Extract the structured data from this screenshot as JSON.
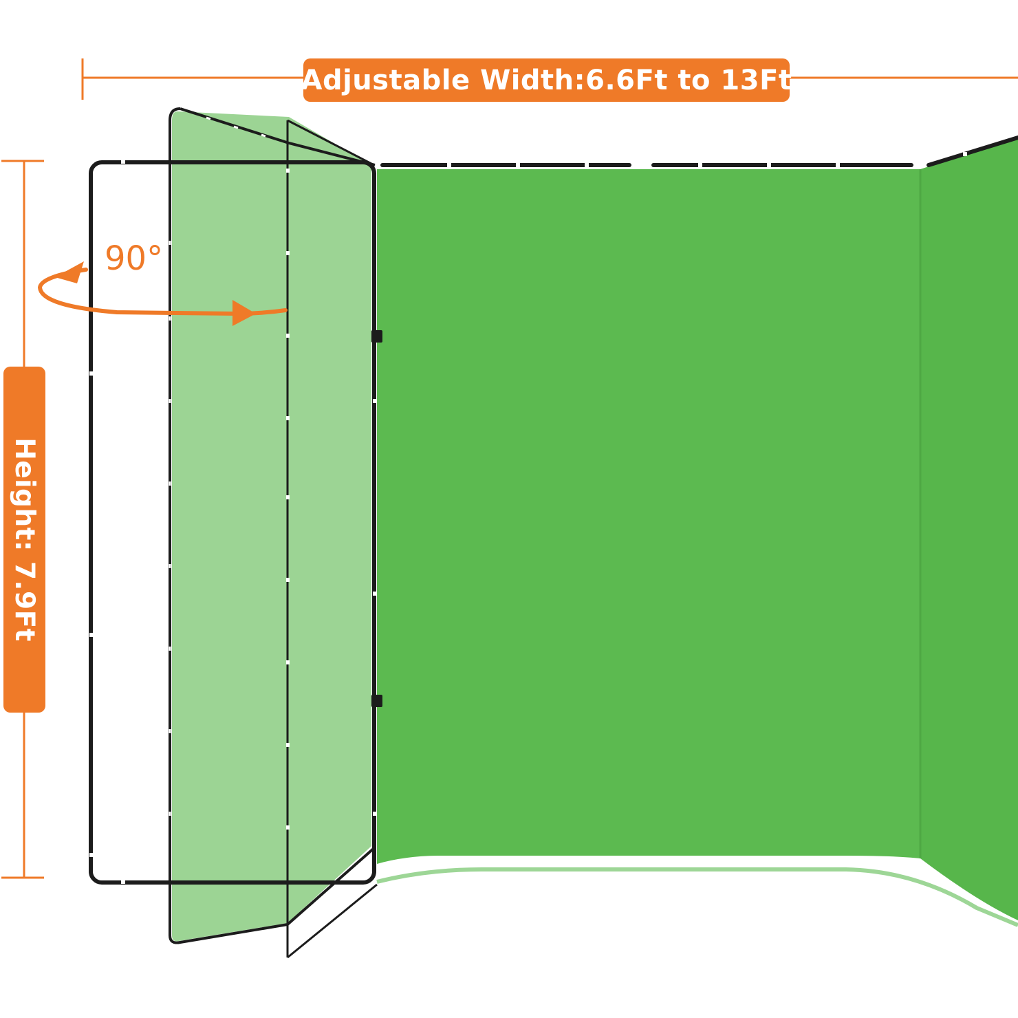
{
  "width_dimension": {
    "label": "Adjustable Width:6.6Ft to 13Ft"
  },
  "height_dimension": {
    "label": "Height: 7.9Ft"
  },
  "rotation": {
    "label": "90°"
  },
  "colors": {
    "accent_orange": "#ef7a28",
    "backdrop_green": "#5cba50",
    "side_panel_green": "#9cd494",
    "frame_black": "#1c1c1c"
  }
}
